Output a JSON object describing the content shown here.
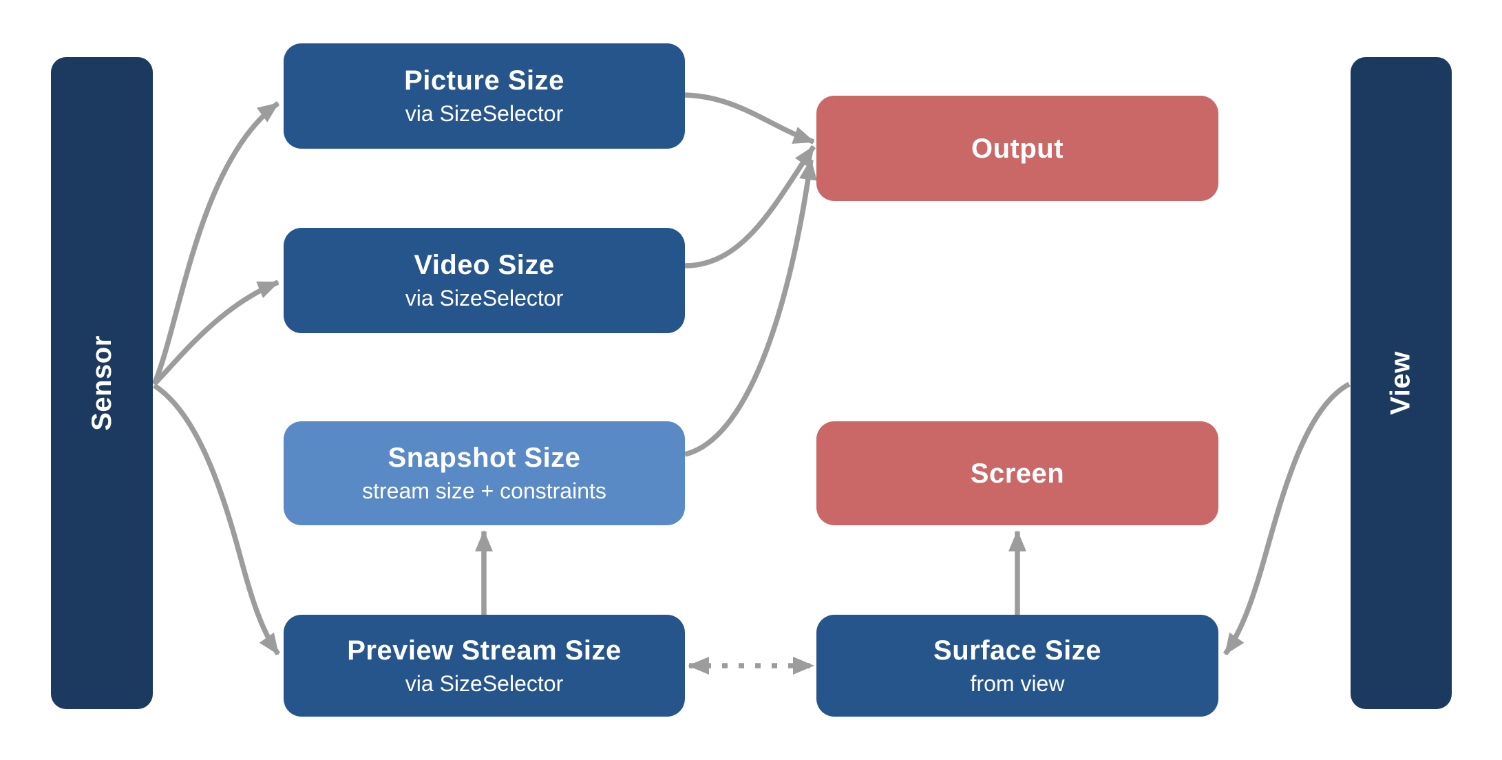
{
  "diagram": {
    "colors": {
      "background": "#ffffff",
      "sidebar_navy": "#1c3a5f",
      "box_blue": "#26558c",
      "box_light_blue": "#5a8ac5",
      "box_red": "#ca6868",
      "arrow_gray": "#9c9c9c",
      "text_white": "#ffffff"
    },
    "sidebars": {
      "left": {
        "label": "Sensor"
      },
      "right": {
        "label": "View"
      }
    },
    "nodes": [
      {
        "id": "picture_size",
        "title": "Picture Size",
        "subtitle": "via SizeSelector",
        "color_role": "blue"
      },
      {
        "id": "video_size",
        "title": "Video Size",
        "subtitle": "via SizeSelector",
        "color_role": "blue"
      },
      {
        "id": "snapshot_size",
        "title": "Snapshot Size",
        "subtitle": "stream size + constraints",
        "color_role": "light_blue"
      },
      {
        "id": "preview_stream_size",
        "title": "Preview Stream Size",
        "subtitle": "via SizeSelector",
        "color_role": "blue"
      },
      {
        "id": "output",
        "title": "Output",
        "subtitle": "",
        "color_role": "red"
      },
      {
        "id": "screen",
        "title": "Screen",
        "subtitle": "",
        "color_role": "red"
      },
      {
        "id": "surface_size",
        "title": "Surface Size",
        "subtitle": "from view",
        "color_role": "blue"
      }
    ],
    "edges": [
      {
        "from": "Sensor",
        "to": "Picture Size",
        "style": "solid-curve",
        "arrow": "end"
      },
      {
        "from": "Sensor",
        "to": "Video Size",
        "style": "solid-curve",
        "arrow": "end"
      },
      {
        "from": "Sensor",
        "to": "Preview Stream Size",
        "style": "solid-curve",
        "arrow": "end"
      },
      {
        "from": "Picture Size",
        "to": "Output",
        "style": "solid-curve",
        "arrow": "end"
      },
      {
        "from": "Video Size",
        "to": "Output",
        "style": "solid-curve",
        "arrow": "end"
      },
      {
        "from": "Snapshot Size",
        "to": "Output",
        "style": "solid-curve",
        "arrow": "end"
      },
      {
        "from": "Preview Stream Size",
        "to": "Snapshot Size",
        "style": "solid-straight",
        "arrow": "end"
      },
      {
        "from": "Surface Size",
        "to": "Screen",
        "style": "solid-straight",
        "arrow": "end"
      },
      {
        "from": "Preview Stream Size",
        "to": "Surface Size",
        "style": "dotted-straight",
        "arrow": "both"
      },
      {
        "from": "View",
        "to": "Surface Size",
        "style": "solid-curve",
        "arrow": "end"
      }
    ]
  }
}
